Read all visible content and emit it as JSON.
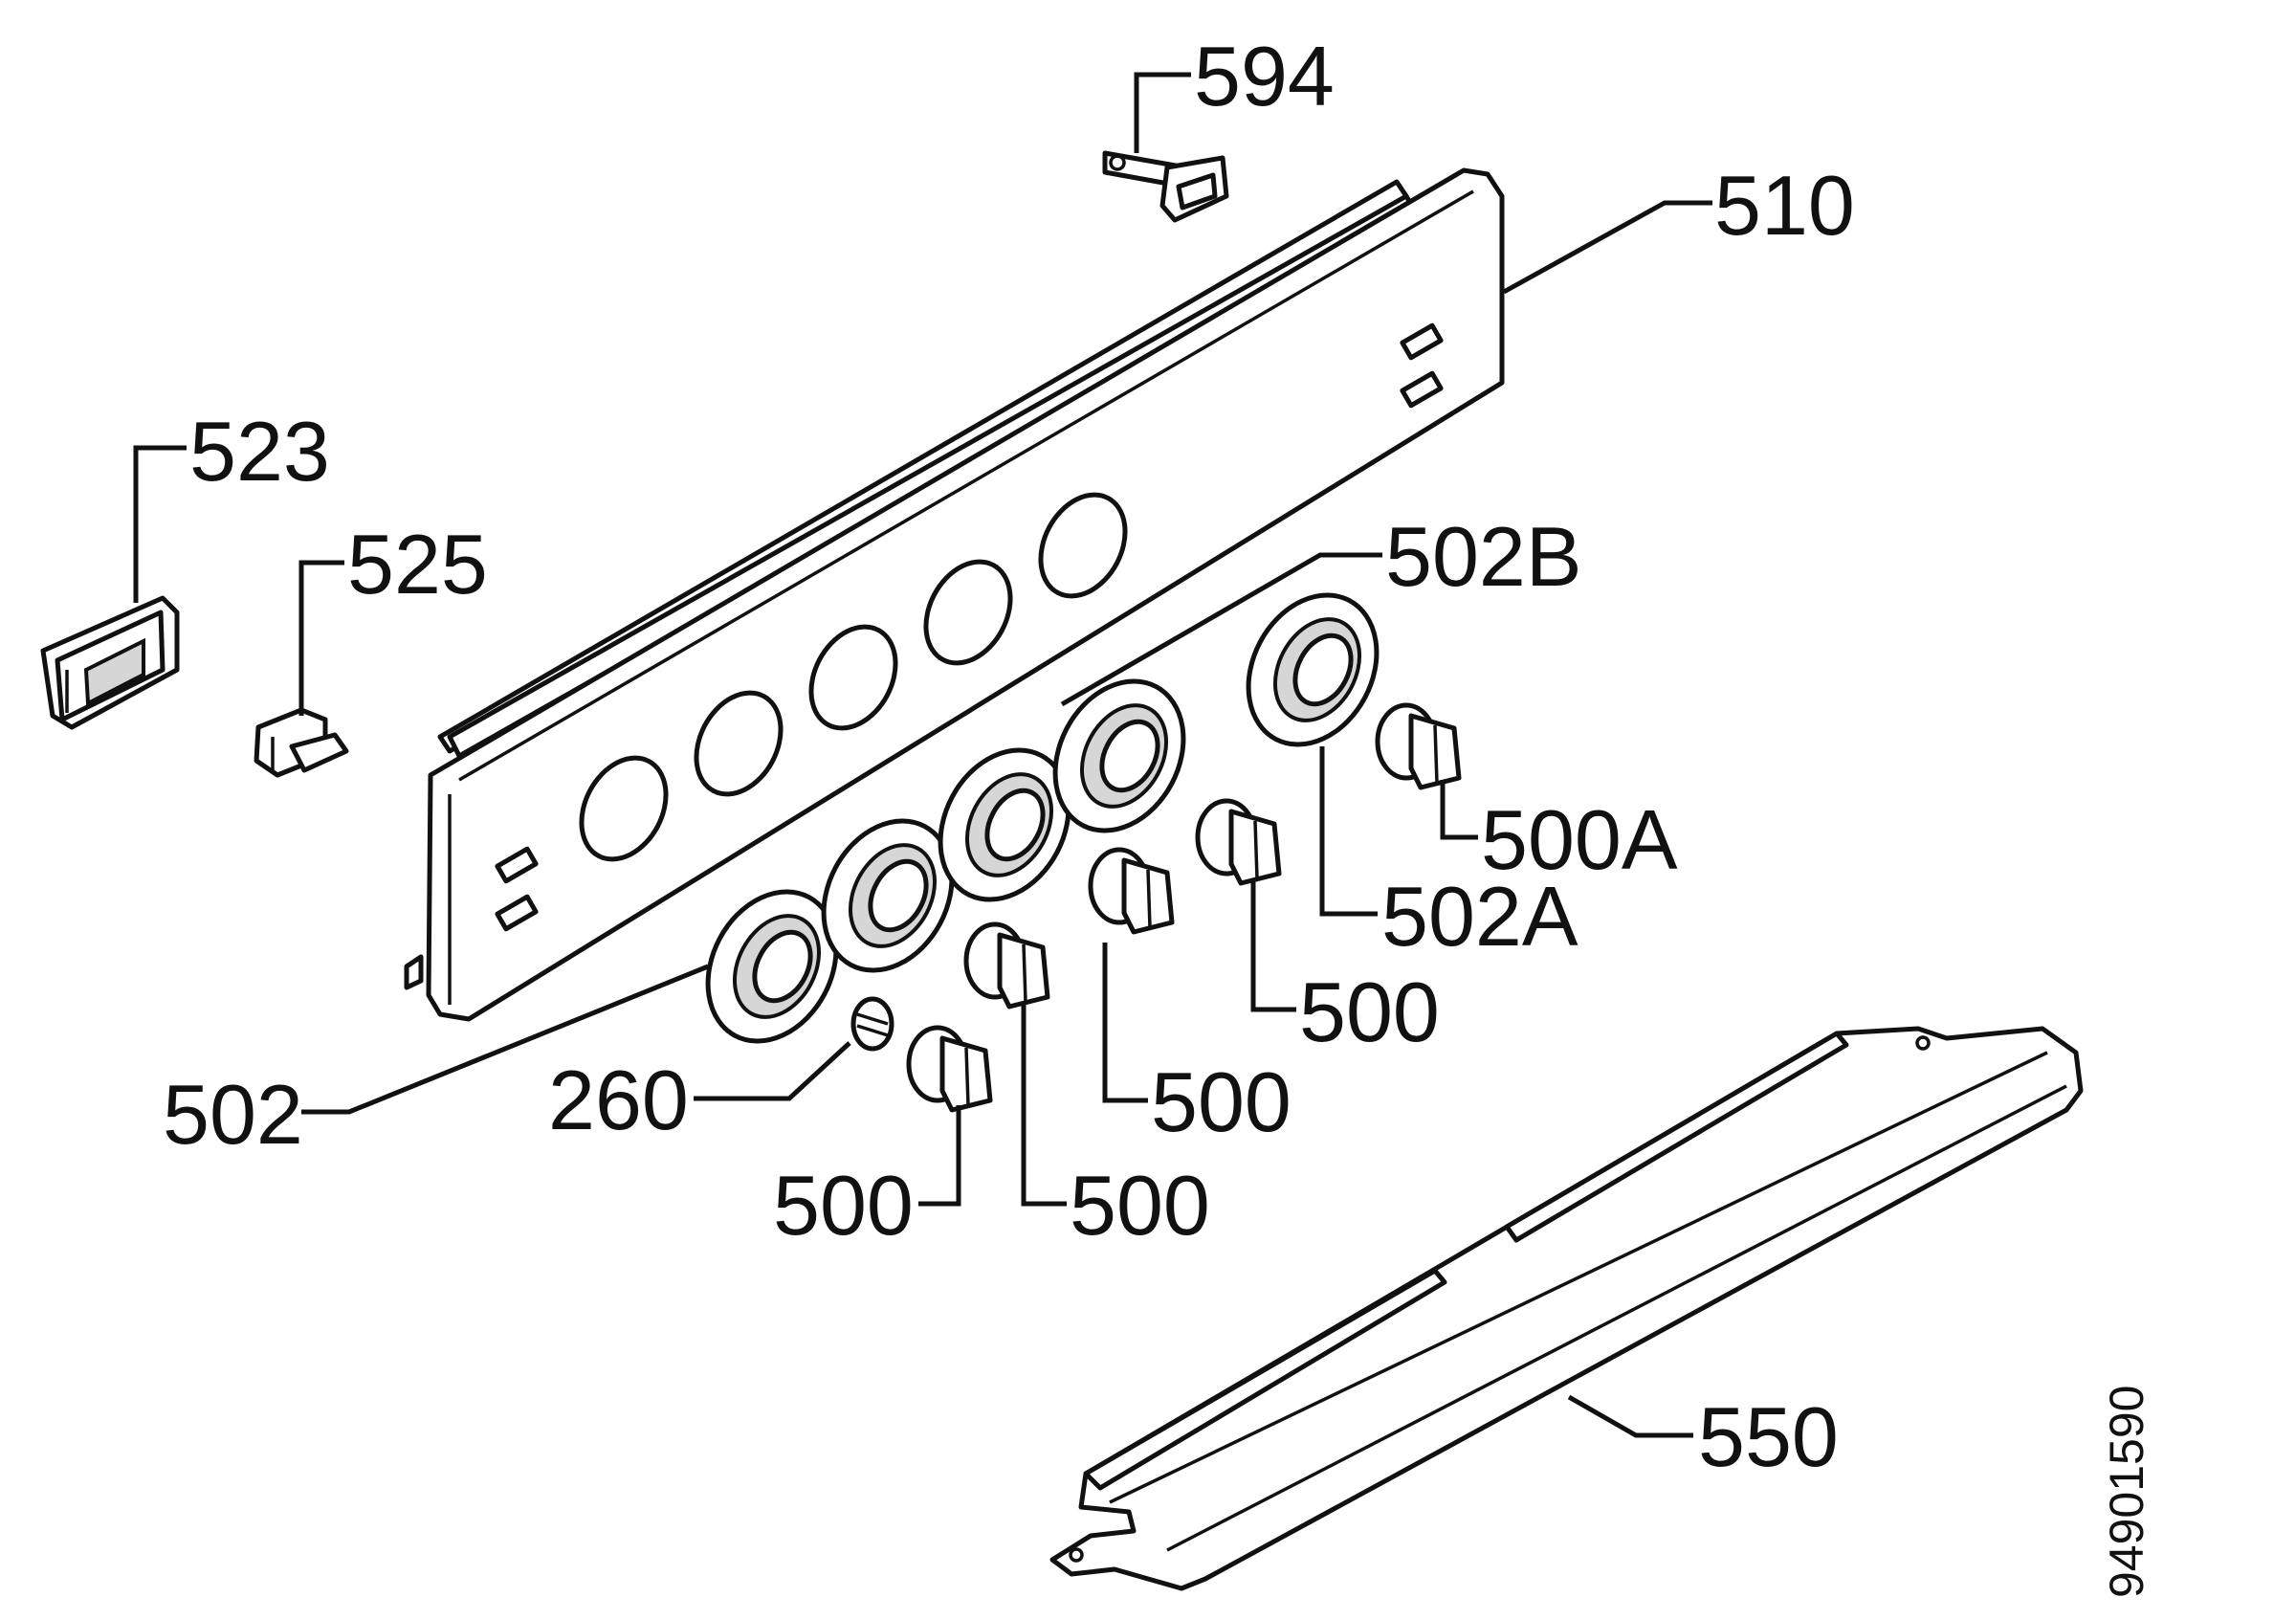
{
  "callouts": {
    "l594": "594",
    "l510": "510",
    "l523": "523",
    "l525": "525",
    "l502B": "502B",
    "l500A": "500A",
    "l502A": "502A",
    "l500_a": "500",
    "l500_b": "500",
    "l500_c": "500",
    "l500_d": "500",
    "l502": "502",
    "l260": "260",
    "l550": "550"
  },
  "drawing_number": "94901590"
}
